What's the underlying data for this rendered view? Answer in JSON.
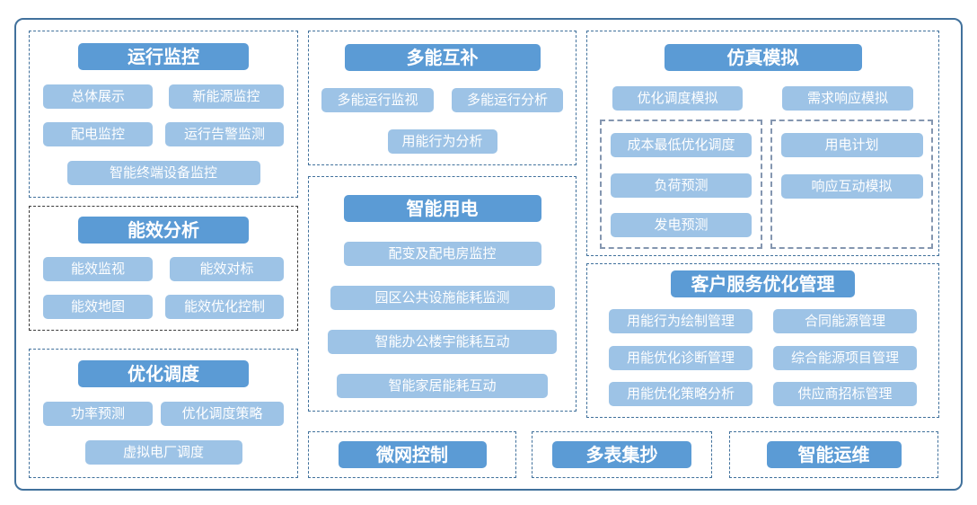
{
  "colors": {
    "header_button_bg": "#5b9bd5",
    "item_button_bg": "#9dc3e6",
    "button_text": "#ffffff",
    "panel_border_blue": "#41719c",
    "panel_border_dark": "#3b3b3b",
    "sub_panel_border": "#8496b0",
    "outer_frame_border": "#41719c"
  },
  "panels": {
    "operation_monitoring": {
      "title": "运行监控",
      "items": [
        "总体展示",
        "新能源监控",
        "配电监控",
        "运行告警监测",
        "智能终端设备监控"
      ]
    },
    "energy_efficiency": {
      "title": "能效分析",
      "items": [
        "能效监视",
        "能效对标",
        "能效地图",
        "能效优化控制"
      ]
    },
    "optimal_dispatch": {
      "title": "优化调度",
      "items": [
        "功率预测",
        "优化调度策略",
        "虚拟电厂调度"
      ]
    },
    "multi_energy": {
      "title": "多能互补",
      "items": [
        "多能运行监视",
        "多能运行分析",
        "用能行为分析"
      ]
    },
    "smart_power": {
      "title": "智能用电",
      "items": [
        "配变及配电房监控",
        "园区公共设施能耗监测",
        "智能办公楼宇能耗互动",
        "智能家居能耗互动"
      ]
    },
    "simulation": {
      "title": "仿真模拟",
      "items": [
        "优化调度模拟",
        "需求响应模拟"
      ],
      "sub_left": [
        "成本最低优化调度",
        "负荷预测",
        "发电预测"
      ],
      "sub_right": [
        "用电计划",
        "响应互动模拟"
      ]
    },
    "customer_service": {
      "title": "客户服务优化管理",
      "items": [
        "用能行为绘制管理",
        "合同能源管理",
        "用能优化诊断管理",
        "综合能源项目管理",
        "用能优化策略分析",
        "供应商招标管理"
      ]
    },
    "microgrid_control": {
      "title": "微网控制"
    },
    "multi_meter_reading": {
      "title": "多表集抄"
    },
    "smart_om": {
      "title": "智能运维"
    }
  }
}
